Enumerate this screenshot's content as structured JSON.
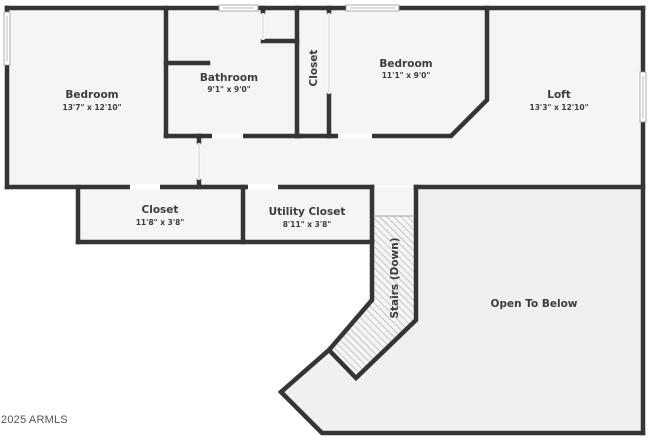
{
  "floorplan": {
    "rooms": [
      {
        "id": "bedroom-1",
        "name": "Bedroom",
        "dimensions": "13'7\" x 12'10\""
      },
      {
        "id": "bathroom",
        "name": "Bathroom",
        "dimensions": "9'1\" x 9'0\""
      },
      {
        "id": "closet-vertical",
        "name": "Closet",
        "dimensions": ""
      },
      {
        "id": "bedroom-2",
        "name": "Bedroom",
        "dimensions": "11'1\" x 9'0\""
      },
      {
        "id": "loft",
        "name": "Loft",
        "dimensions": "13'3\" x 12'10\""
      },
      {
        "id": "closet",
        "name": "Closet",
        "dimensions": "11'8\" x 3'8\""
      },
      {
        "id": "utility-closet",
        "name": "Utility Closet",
        "dimensions": "8'11\" x 3'8\""
      },
      {
        "id": "stairs",
        "name": "Stairs (Down)",
        "dimensions": ""
      },
      {
        "id": "open-to-below",
        "name": "Open To Below",
        "dimensions": ""
      }
    ],
    "watermark": "2025 ARMLS",
    "colors": {
      "wall": "#353535",
      "floor": "#f5f5f5",
      "text": "#3c3c3c",
      "background": "#ffffff"
    }
  }
}
